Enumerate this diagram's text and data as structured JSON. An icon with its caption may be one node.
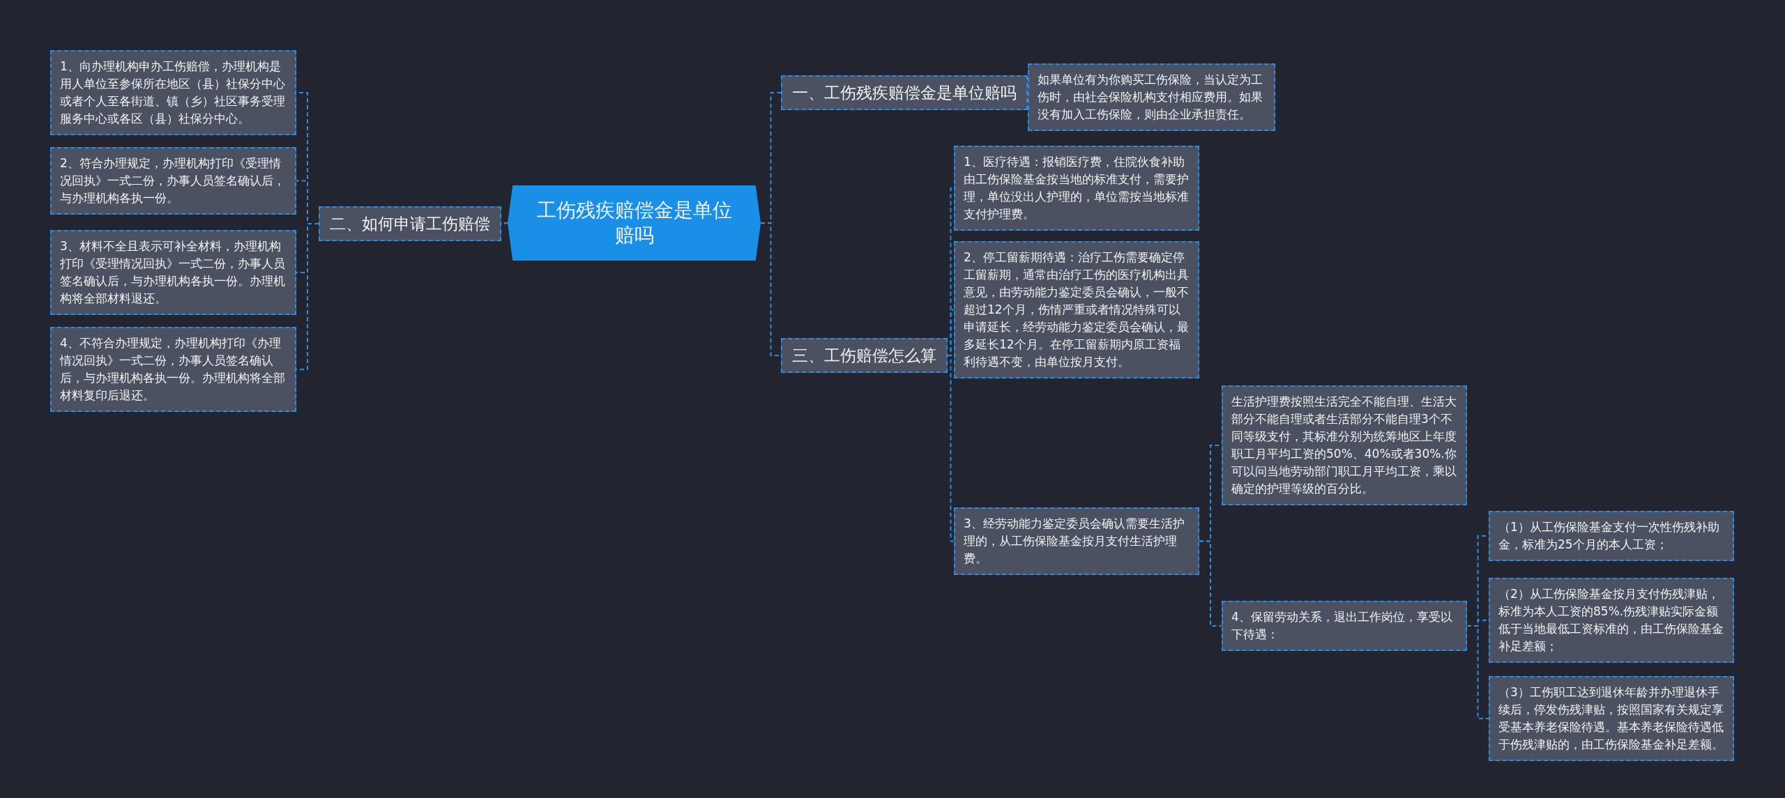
{
  "diagram": {
    "nodes": [
      {
        "text": [
          "工伤残疾赔偿金是单位赔吗"
        ]
      },
      {
        "text": [
          "二、如何申请工伤赔偿"
        ]
      },
      {
        "text": [
          "1、向办理机构申办工伤赔偿，办理机构是用人单位至参保所在地区（县）社保分中心或者个人至各街道、镇（乡）社区事务受理服务中心或各区（县）社保分中心。"
        ]
      },
      {
        "text": [
          "2、符合办理规定，办理机构打印《受理情况回执》一式二份，办事人员签名确认后，与办理机构各执一份。"
        ]
      },
      {
        "text": [
          "3、材料不全且表示可补全材料，办理机构打印《受理情况回执》一式二份，办事人员签名确认后，与办理机构各执一份。办理机构将全部材料退还。"
        ]
      },
      {
        "text": [
          "4、不符合办理规定，办理机构打印《办理情况回执》一式二份，办事人员签名确认后，与办理机构各执一份。办理机构将全部材料复印后退还。"
        ]
      },
      {
        "text": [
          "一、工伤残疾赔偿金是单位赔吗"
        ]
      },
      {
        "text": [
          "如果单位有为你购买工伤保险，当认定为工伤时，由社会保险机构支付相应费用。如果没有加入工伤保险，则由企业承担责任。"
        ]
      },
      {
        "text": [
          "三、工伤赔偿怎么算"
        ]
      },
      {
        "text": [
          "1、医疗待遇：报销医疗费，住院伙食补助由工伤保险基金按当地的标准支付，需要护理，单位没出人护理的，单位需按当地标准支付护理费。"
        ]
      },
      {
        "text": [
          "2、停工留薪期待遇：治疗工伤需要确定停工留薪期，通常由治疗工伤的医疗机构出具意见，由劳动能力鉴定委员会确认，一般不超过12个月，伤情严重或者情况特殊可以申请延长，经劳动能力鉴定委员会确认，最多延长12个月。在停工留薪期内原工资福利待遇不变，由单位按月支付。"
        ]
      },
      {
        "text": [
          "3、经劳动能力鉴定委员会确认需要生活护理的，从工伤保险基金按月支付生活护理费。"
        ]
      },
      {
        "text": [
          "生活护理费按照生活完全不能自理、生活大部分不能自理或者生活部分不能自理3个不同等级支付，其标准分别为统筹地区上年度职工月平均工资的50%、40%或者30%.你可以问当地劳动部门职工月平均工资，乘以确定的护理等级的百分比。"
        ]
      },
      {
        "text": [
          "4、保留劳动关系，退出工作岗位，享受以下待遇："
        ]
      },
      {
        "text": [
          "（1）从工伤保险基金支付一次性伤残补助金，标准为25个月的本人工资；"
        ]
      },
      {
        "text": [
          "（2）从工伤保险基金按月支付伤残津贴，标准为本人工资的85%.伤残津贴实际金额低于当地最低工资标准的，由工伤保险基金补足差额；"
        ]
      },
      {
        "text": [
          "（3）工伤职工达到退休年龄并办理退休手续后，停发伤残津贴，按照国家有关规定享受基本养老保险待遇。基本养老保险待遇低于伤残津贴的，由工伤保险基金补足差额。"
        ]
      }
    ],
    "edges": [
      {
        "from": 0,
        "to": 1,
        "arrow": "none"
      },
      {
        "from": 1,
        "to": 2,
        "arrow": "none"
      },
      {
        "from": 1,
        "to": 3,
        "arrow": "none"
      },
      {
        "from": 1,
        "to": 4,
        "arrow": "none"
      },
      {
        "from": 1,
        "to": 5,
        "arrow": "none"
      },
      {
        "from": 0,
        "to": 6,
        "arrow": "none"
      },
      {
        "from": 6,
        "to": 7,
        "arrow": "none"
      },
      {
        "from": 0,
        "to": 8,
        "arrow": "none"
      },
      {
        "from": 8,
        "to": 9,
        "arrow": "none"
      },
      {
        "from": 8,
        "to": 10,
        "arrow": "none"
      },
      {
        "from": 8,
        "to": 11,
        "arrow": "none"
      },
      {
        "from": 11,
        "to": 12,
        "arrow": "none"
      },
      {
        "from": 11,
        "to": 13,
        "arrow": "none"
      },
      {
        "from": 13,
        "to": 14,
        "arrow": "none"
      },
      {
        "from": 13,
        "to": 15,
        "arrow": "none"
      },
      {
        "from": 13,
        "to": 16,
        "arrow": "none"
      }
    ]
  }
}
